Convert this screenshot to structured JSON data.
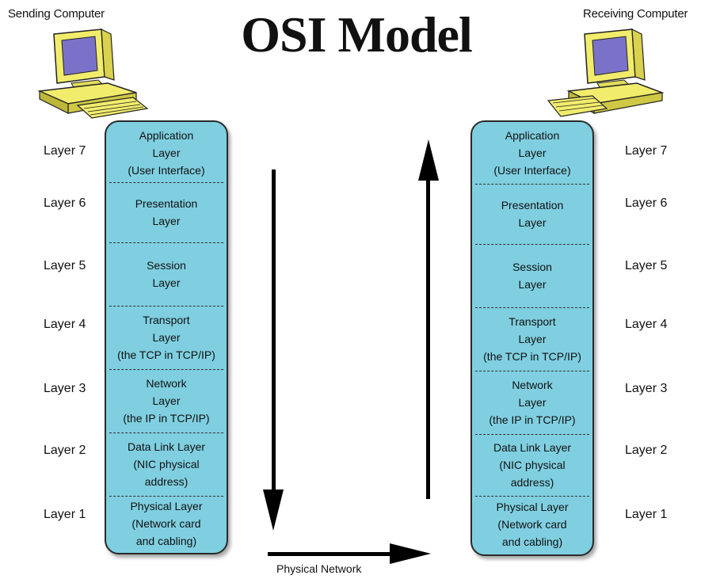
{
  "title": "OSI Model",
  "sending": {
    "caption": "Sending Computer"
  },
  "receiving": {
    "caption": "Receiving Computer"
  },
  "layers": [
    {
      "number_label": "Layer 7",
      "name": "Application\nLayer\n(User Interface)"
    },
    {
      "number_label": "Layer 6",
      "name": "Presentation\nLayer"
    },
    {
      "number_label": "Layer 5",
      "name": "Session\nLayer"
    },
    {
      "number_label": "Layer 4",
      "name": "Transport\nLayer\n(the TCP in TCP/IP)"
    },
    {
      "number_label": "Layer 3",
      "name": "Network\nLayer\n(the IP in TCP/IP)"
    },
    {
      "number_label": "Layer 2",
      "name": "Data Link Layer\n(NIC physical\naddress)"
    },
    {
      "number_label": "Layer 1",
      "name": "Physical Layer\n(Network card\nand cabling)"
    }
  ],
  "physical_network_label": "Physical Network",
  "colors": {
    "stack_fill": "#7fcfe0",
    "monitor": "#f2ec6c",
    "screen": "#7a72c8",
    "arrow": "#000000"
  }
}
